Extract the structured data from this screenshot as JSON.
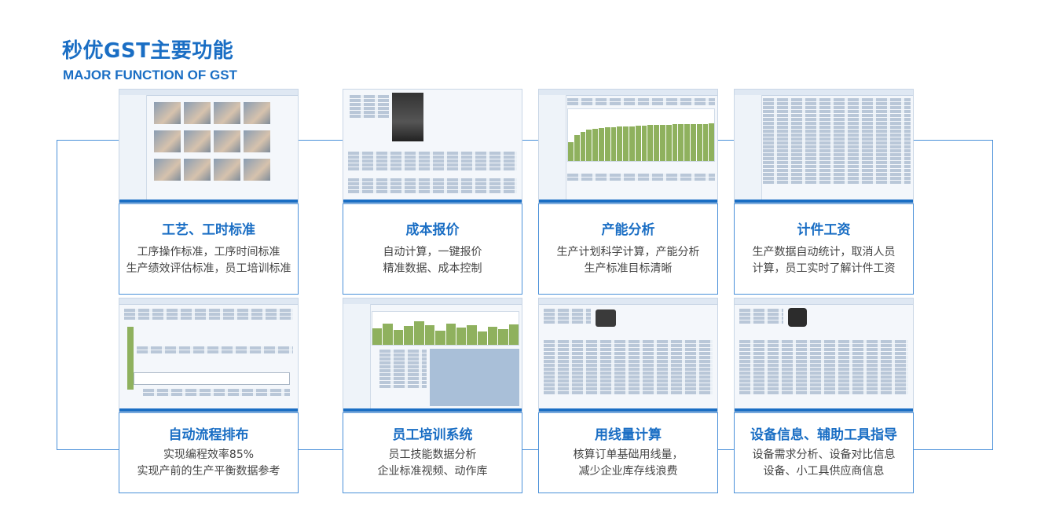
{
  "header": {
    "title": "秒优GST主要功能",
    "subtitle": "MAJOR FUNCTION OF GST"
  },
  "colors": {
    "accent": "#1a6ec4",
    "frame": "#4a90d9",
    "chart_bar": "#8fb15e"
  },
  "cards": [
    {
      "title": "工艺、工时标准",
      "lines": [
        "工序操作标准，工序时间标准",
        "生产绩效评估标准，员工培训标准"
      ],
      "screenshot": "photo-gallery"
    },
    {
      "title": "成本报价",
      "lines": [
        "自动计算，一键报价",
        "精准数据、成本控制"
      ],
      "screenshot": "quote-form"
    },
    {
      "title": "产能分析",
      "lines": [
        "生产计划科学计算，产能分析",
        "生产标准目标清晰"
      ],
      "screenshot": "capacity-chart"
    },
    {
      "title": "计件工资",
      "lines": [
        "生产数据自动统计，取消人员",
        "计算，员工实时了解计件工资"
      ],
      "screenshot": "wage-table"
    },
    {
      "title": "自动流程排布",
      "lines": [
        "实现编程效率85%",
        "实现产前的生产平衡数据参考"
      ],
      "screenshot": "flow-layout"
    },
    {
      "title": "员工培训系统",
      "lines": [
        "员工技能数据分析",
        "企业标准视频、动作库"
      ],
      "screenshot": "training-chart"
    },
    {
      "title": "用线量计算",
      "lines": [
        "核算订单基础用线量，",
        "减少企业库存线浪费"
      ],
      "screenshot": "thread-table"
    },
    {
      "title": "设备信息、辅助工具指导",
      "lines": [
        "设备需求分析、设备对比信息",
        "设备、小工具供应商信息"
      ],
      "screenshot": "equipment-table"
    }
  ]
}
